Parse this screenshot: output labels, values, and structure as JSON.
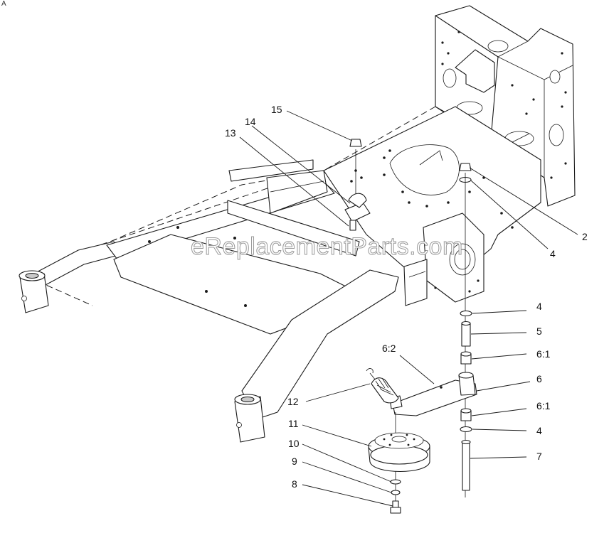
{
  "corner_mark": "A",
  "watermark": "eReplacementParts.com",
  "callouts": [
    {
      "id": "c15",
      "text": "15"
    },
    {
      "id": "c14",
      "text": "14"
    },
    {
      "id": "c13",
      "text": "13"
    },
    {
      "id": "c2",
      "text": "2"
    },
    {
      "id": "c4a",
      "text": "4"
    },
    {
      "id": "c4b",
      "text": "4"
    },
    {
      "id": "c5",
      "text": "5"
    },
    {
      "id": "c61a",
      "text": "6:1"
    },
    {
      "id": "c62",
      "text": "6:2"
    },
    {
      "id": "c6",
      "text": "6"
    },
    {
      "id": "c12",
      "text": "12"
    },
    {
      "id": "c61b",
      "text": "6:1"
    },
    {
      "id": "c11",
      "text": "11"
    },
    {
      "id": "c4c",
      "text": "4"
    },
    {
      "id": "c10",
      "text": "10"
    },
    {
      "id": "c7",
      "text": "7"
    },
    {
      "id": "c9",
      "text": "9"
    },
    {
      "id": "c8",
      "text": "8"
    }
  ]
}
